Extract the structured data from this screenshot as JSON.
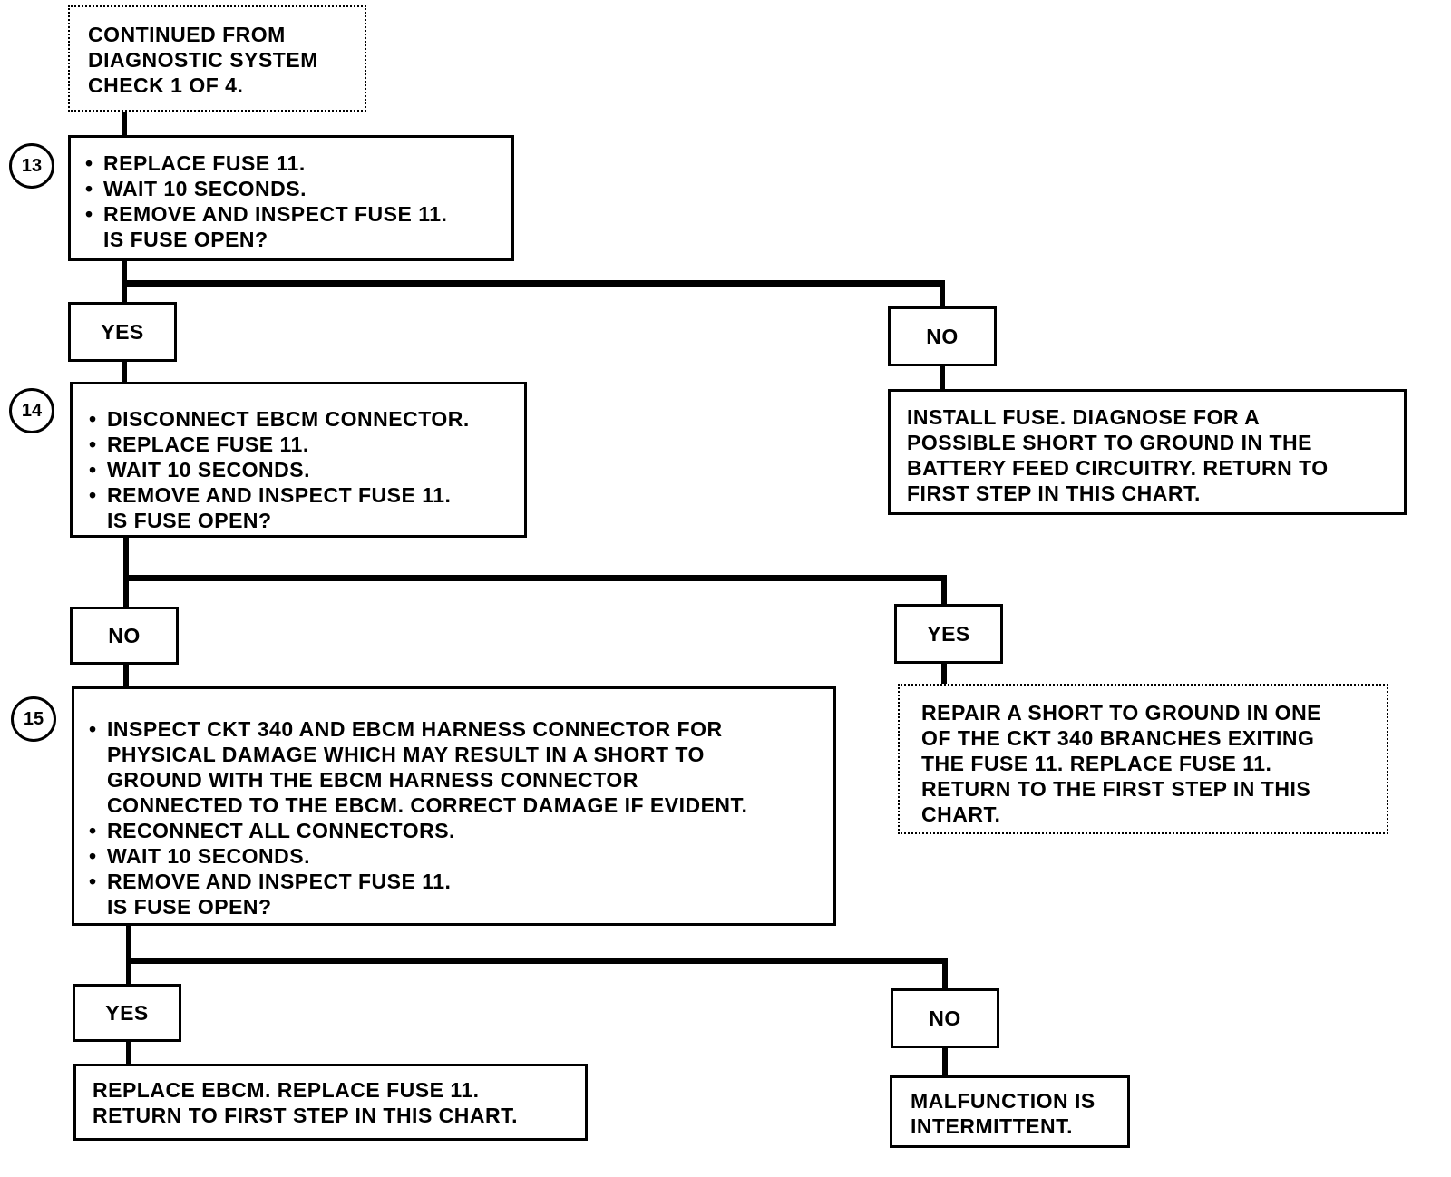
{
  "start_box": {
    "text": "CONTINUED FROM\nDIAGNOSTIC SYSTEM\nCHECK 1 OF 4."
  },
  "steps": [
    {
      "number": "13",
      "bullets": [
        "REPLACE FUSE 11.",
        "WAIT 10 SECONDS.",
        "REMOVE AND INSPECT FUSE 11."
      ],
      "question": "IS FUSE OPEN?"
    },
    {
      "number": "14",
      "bullets": [
        "DISCONNECT EBCM CONNECTOR.",
        "REPLACE FUSE 11.",
        "WAIT 10 SECONDS.",
        "REMOVE AND INSPECT FUSE 11."
      ],
      "question": "IS FUSE OPEN?"
    },
    {
      "number": "15",
      "bullets": [
        "INSPECT CKT 340 AND EBCM HARNESS CONNECTOR FOR\nPHYSICAL DAMAGE WHICH MAY RESULT IN A SHORT TO\nGROUND WITH THE EBCM HARNESS CONNECTOR\nCONNECTED TO THE EBCM. CORRECT DAMAGE IF EVIDENT.",
        "RECONNECT ALL CONNECTORS.",
        "WAIT 10 SECONDS.",
        "REMOVE AND INSPECT FUSE 11."
      ],
      "question": "IS FUSE OPEN?"
    }
  ],
  "branch_labels": {
    "s13_left": "YES",
    "s13_right": "NO",
    "s14_left": "NO",
    "s14_right": "YES",
    "s15_left": "YES",
    "s15_right": "NO"
  },
  "outcomes": {
    "install_fuse": "INSTALL FUSE. DIAGNOSE FOR A\nPOSSIBLE SHORT TO GROUND IN THE\nBATTERY FEED CIRCUITRY. RETURN TO\nFIRST STEP IN THIS CHART.",
    "repair_short": "REPAIR A SHORT TO GROUND IN ONE\nOF THE CKT 340 BRANCHES EXITING\nTHE FUSE 11. REPLACE FUSE 11.\nRETURN TO THE FIRST STEP IN THIS\nCHART.",
    "replace_ebcm": "REPLACE EBCM. REPLACE FUSE 11.\nRETURN TO FIRST STEP IN THIS CHART.",
    "intermittent": "MALFUNCTION IS\nINTERMITTENT."
  }
}
